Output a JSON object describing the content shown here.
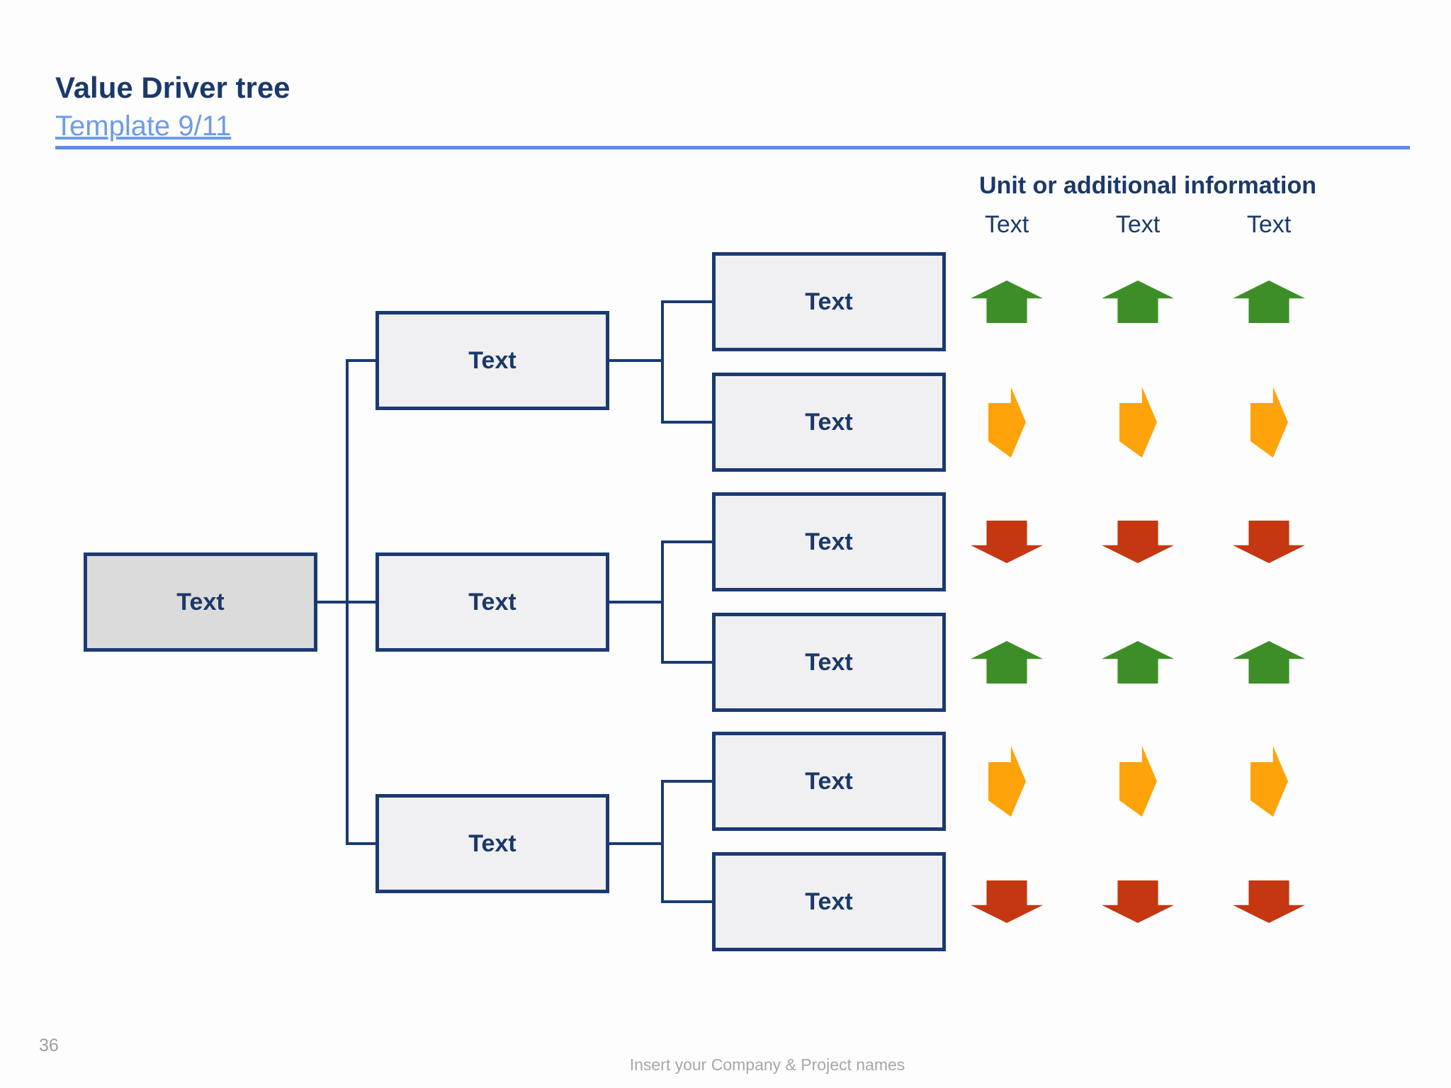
{
  "slide": {
    "title": "Value Driver tree",
    "subtitle": "Template 9/11",
    "page_number": "36",
    "footer": "Insert your Company & Project names"
  },
  "matrix": {
    "header": "Unit or additional information",
    "columns": [
      "Text",
      "Text",
      "Text"
    ]
  },
  "tree": {
    "root": {
      "label": "Text"
    },
    "level2": [
      {
        "label": "Text"
      },
      {
        "label": "Text"
      },
      {
        "label": "Text"
      }
    ],
    "leaves": [
      {
        "label": "Text"
      },
      {
        "label": "Text"
      },
      {
        "label": "Text"
      },
      {
        "label": "Text"
      },
      {
        "label": "Text"
      },
      {
        "label": "Text"
      }
    ]
  },
  "indicators": {
    "rows": [
      {
        "direction": "up",
        "color": "#3e8e28"
      },
      {
        "direction": "right",
        "color": "#ffa30a"
      },
      {
        "direction": "down",
        "color": "#c43711"
      },
      {
        "direction": "up",
        "color": "#3e8e28"
      },
      {
        "direction": "right",
        "color": "#ffa30a"
      },
      {
        "direction": "down",
        "color": "#c43711"
      }
    ]
  },
  "colors": {
    "accent_navy": "#1b3968",
    "accent_blue": "#6d9be8",
    "rule_blue": "#5d8ee0",
    "up_green": "#3e8e28",
    "steady_orange": "#ffa30a",
    "down_red": "#c43711"
  }
}
